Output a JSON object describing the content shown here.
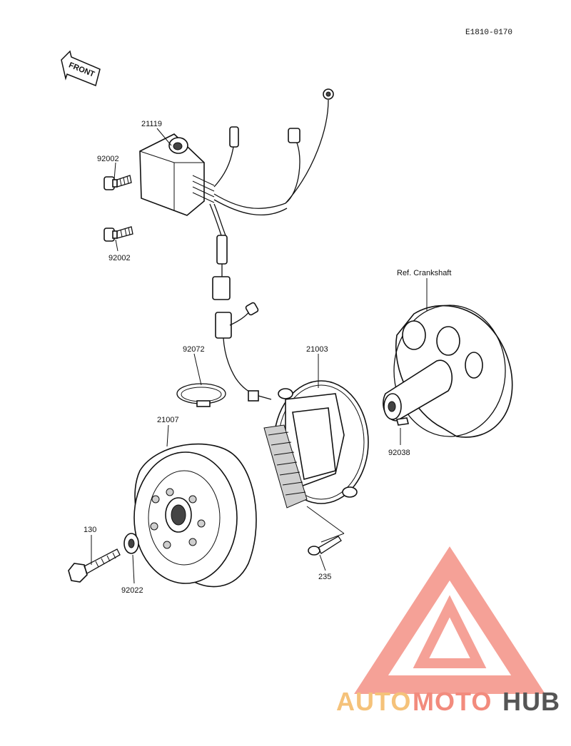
{
  "diagram_code": "E1810-0170",
  "front_arrow_label": "FRONT",
  "parts": {
    "p21119": "21119",
    "p92002_top": "92002",
    "p92002_bottom": "92002",
    "p92072": "92072",
    "p21003": "21003",
    "p21007": "21007",
    "ref_crankshaft": "Ref. Crankshaft",
    "p92038": "92038",
    "p130": "130",
    "p92022": "92022",
    "p235": "235"
  },
  "watermark": {
    "part1": "AUTO",
    "part2": "MOTO",
    "part3": "HUB",
    "colors": {
      "auto": "#f5c27a",
      "moto": "#f28b7d",
      "hub": "#555555",
      "logo": "#f4978c"
    }
  }
}
